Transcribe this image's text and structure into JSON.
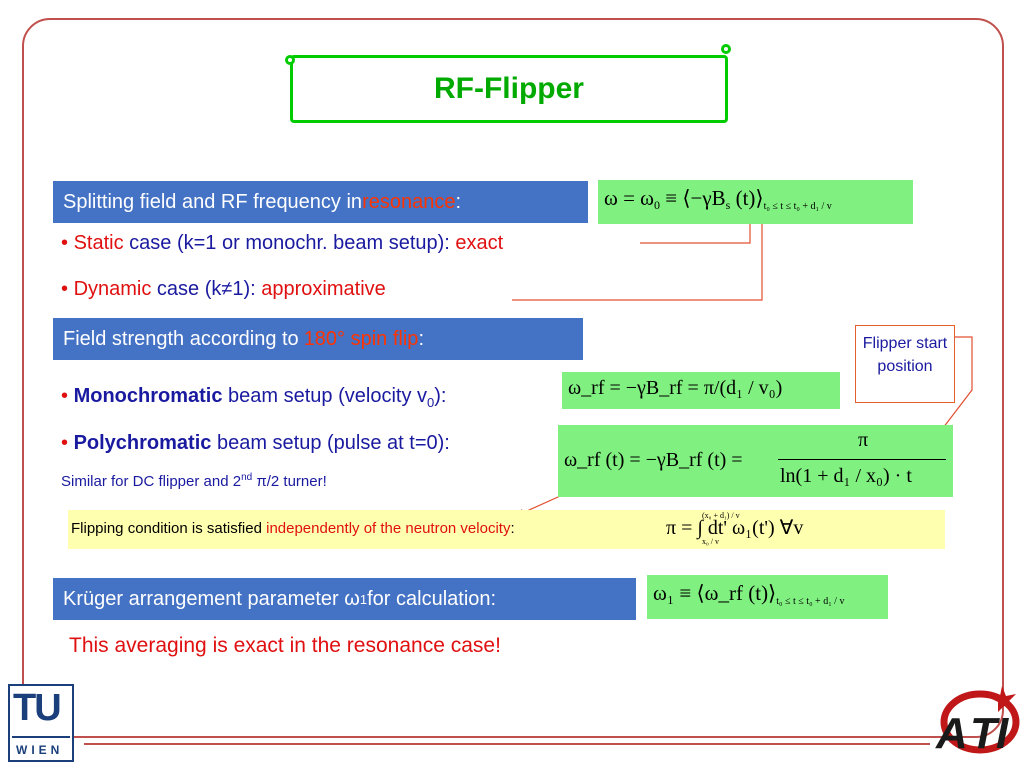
{
  "title": "RF-Flipper",
  "section1": {
    "header_prefix": "Splitting field and RF frequency in ",
    "header_highlight": "resonance",
    "header_suffix": ":",
    "eq_lhs": "ω = ω",
    "eq_sub0": "0",
    "eq_mid": " ≡ ⟨−γB",
    "eq_subs": "s",
    "eq_rhs": " (t)⟩",
    "eq_range": "t₀ ≤ t ≤ t₀ + d₁ / v",
    "bullet1_key": "Static",
    "bullet1_text": " case (k=1 or monochr. beam setup): ",
    "bullet1_result": "exact",
    "bullet2_key": "Dynamic",
    "bullet2_text": " case (k≠1): ",
    "bullet2_result": "approximative"
  },
  "section2": {
    "header_prefix": "Field strength according to ",
    "header_highlight": "180° spin flip",
    "header_suffix": ":",
    "bullet1_bold": "Monochromatic",
    "bullet1_text": " beam setup (velocity v",
    "bullet1_sub": "0",
    "bullet1_end": "):",
    "eq1": "ω_rf = −γB_rf = π/(d₁ / v₀)",
    "bullet2_bold": "Polychromatic",
    "bullet2_text": " beam setup (pulse at t=0):",
    "eq2_lhs": "ω_rf (t) = −γB_rf (t) =",
    "eq2_num": "π",
    "eq2_den": "ln(1 + d₁ / x₀) · t",
    "note": "Similar for DC flipper and 2",
    "note_sup": "nd",
    "note_end": " π/2 turner!"
  },
  "flipper_label": "Flipper start position",
  "condition": {
    "prefix": "Flipping condition is satisfied ",
    "highlight": "independently of the neutron velocity",
    "suffix": ":",
    "eq": "π = ∫ dt' ω₁(t')   ∀v",
    "upper": "(x₀ + d₁) / v",
    "lower": "x₀ / v"
  },
  "section3": {
    "header": "Krüger arrangement parameter ω",
    "header_sub": "1",
    "header_end": " for calculation:",
    "eq": "ω₁ ≡ ⟨ω_rf (t)⟩",
    "eq_range": "t₀ ≤ t ≤ t₀ + d₁ / v",
    "conclusion": "This averaging is exact in the resonance case!"
  },
  "logos": {
    "tu_top": "TU",
    "tu_bottom": "WIEN",
    "ati": "ATI"
  }
}
